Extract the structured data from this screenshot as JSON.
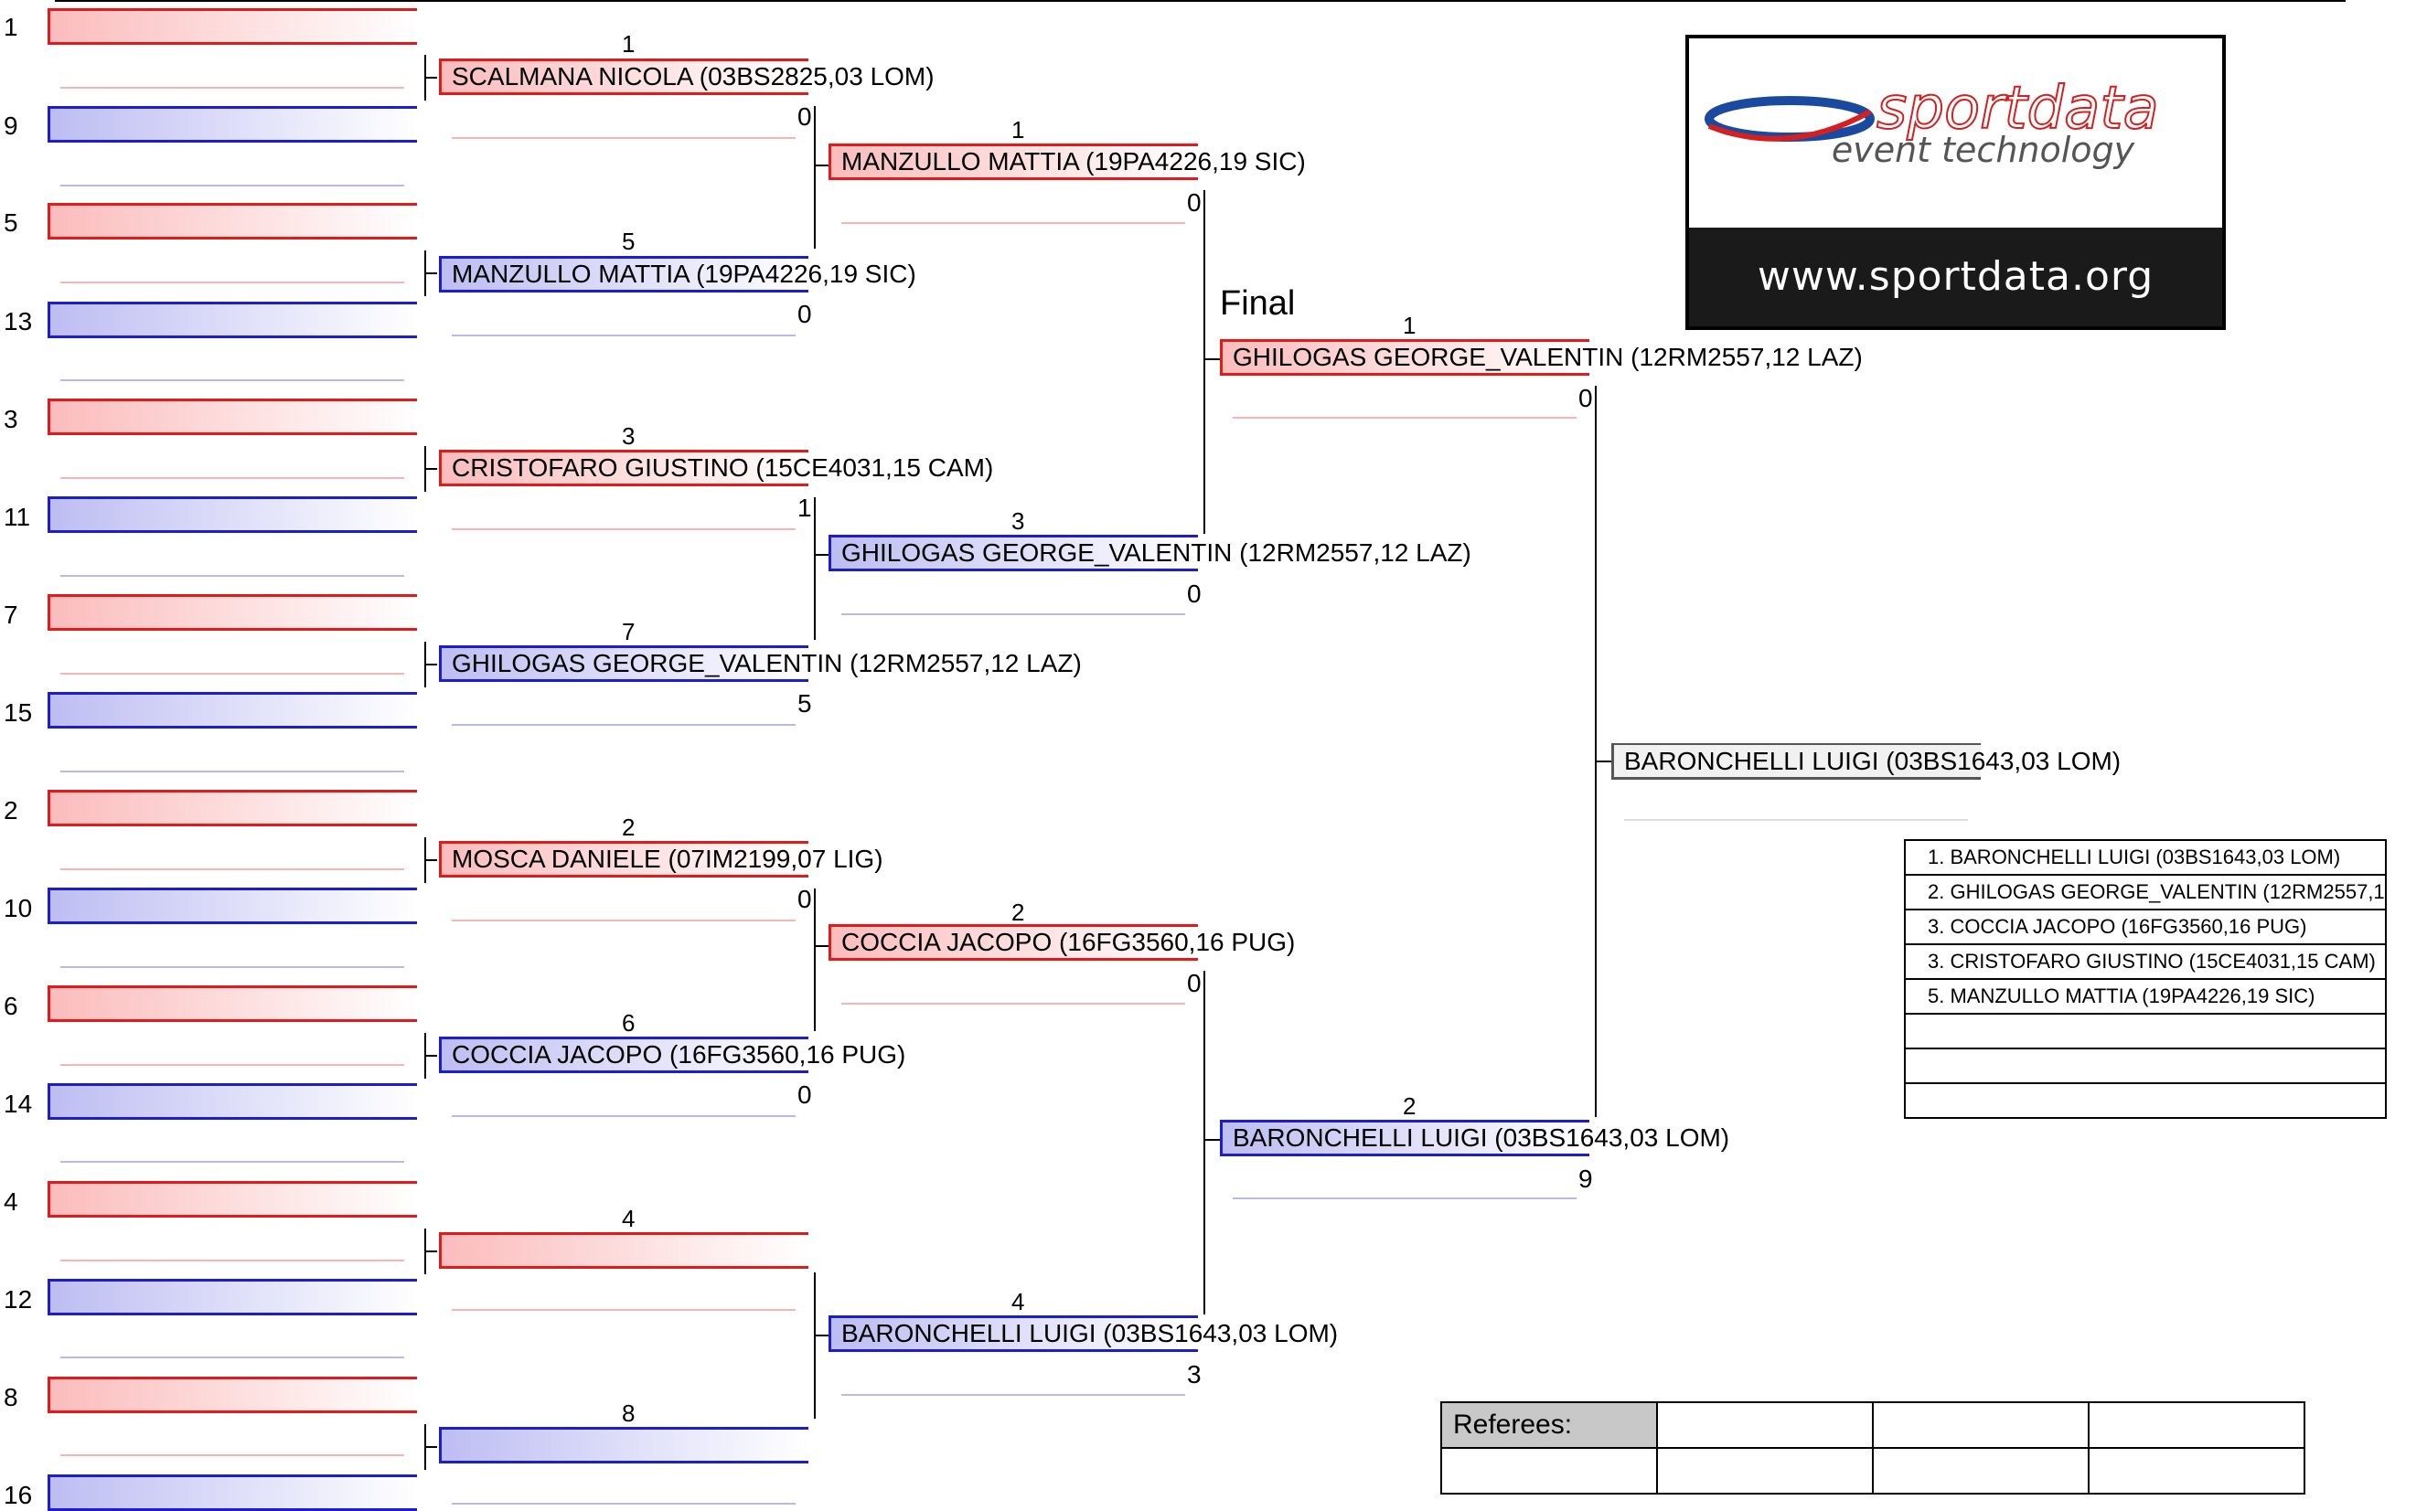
{
  "seeds": [
    "1",
    "9",
    "5",
    "13",
    "3",
    "11",
    "7",
    "15",
    "2",
    "10",
    "6",
    "14",
    "4",
    "12",
    "8",
    "16"
  ],
  "round2": [
    {
      "num": "1",
      "name": "SCALMANA NICOLA (03BS2825,03 LOM)",
      "score": "0"
    },
    {
      "num": "5",
      "name": "MANZULLO MATTIA (19PA4226,19 SIC)",
      "score": "0"
    },
    {
      "num": "3",
      "name": "CRISTOFARO GIUSTINO (15CE4031,15 CAM)",
      "score": "1"
    },
    {
      "num": "7",
      "name": "GHILOGAS GEORGE_VALENTIN (12RM2557,12 LAZ)",
      "score": "5"
    },
    {
      "num": "2",
      "name": "MOSCA DANIELE (07IM2199,07 LIG)",
      "score": "0"
    },
    {
      "num": "6",
      "name": "COCCIA JACOPO (16FG3560,16 PUG)",
      "score": "0"
    },
    {
      "num": "4",
      "name": "",
      "score": ""
    },
    {
      "num": "8",
      "name": "",
      "score": ""
    }
  ],
  "round3": [
    {
      "num": "1",
      "name": "MANZULLO MATTIA (19PA4226,19 SIC)",
      "score": "0"
    },
    {
      "num": "3",
      "name": "GHILOGAS GEORGE_VALENTIN (12RM2557,12 LAZ)",
      "score": "0"
    },
    {
      "num": "2",
      "name": "COCCIA JACOPO (16FG3560,16 PUG)",
      "score": "0"
    },
    {
      "num": "4",
      "name": "BARONCHELLI LUIGI (03BS1643,03 LOM)",
      "score": "3"
    }
  ],
  "final_label": "Final",
  "final": [
    {
      "num": "1",
      "name": "GHILOGAS GEORGE_VALENTIN (12RM2557,12 LAZ)",
      "score": "0"
    },
    {
      "num": "2",
      "name": "BARONCHELLI LUIGI (03BS1643,03 LOM)",
      "score": "9"
    }
  ],
  "winner": "BARONCHELLI LUIGI (03BS1643,03 LOM)",
  "logo": {
    "brand": "sportdata",
    "tagline": "event technology",
    "url": "www.sportdata.org"
  },
  "ranking": [
    "1. BARONCHELLI LUIGI (03BS1643,03 LOM)",
    "2. GHILOGAS GEORGE_VALENTIN (12RM2557,1",
    "3. COCCIA JACOPO (16FG3560,16 PUG)",
    "3. CRISTOFARO GIUSTINO (15CE4031,15 CAM)",
    "5. MANZULLO MATTIA (19PA4226,19 SIC)",
    "",
    "",
    ""
  ],
  "referees_label": "Referees:",
  "colors": {
    "red": "#e21a1a",
    "blue": "#1d1dd0"
  }
}
